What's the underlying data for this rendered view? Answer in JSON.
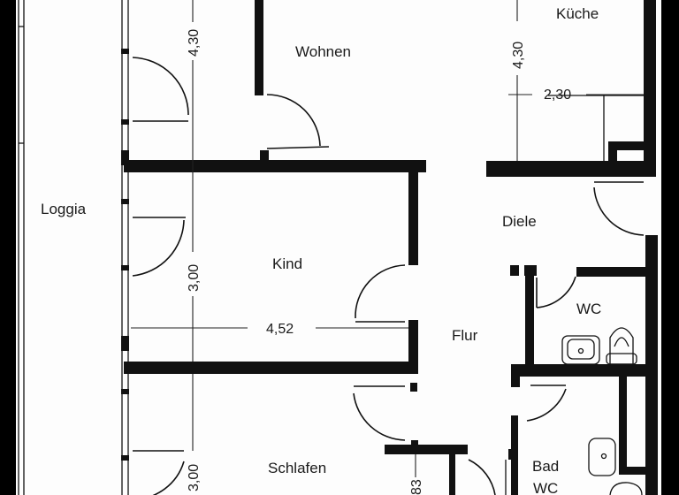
{
  "plan": {
    "rooms": {
      "wohnen": "Wohnen",
      "kueche": "Küche",
      "loggia": "Loggia",
      "kind": "Kind",
      "diele": "Diele",
      "wc": "WC",
      "flur": "Flur",
      "schlafen": "Schlafen",
      "bad_line1": "Bad",
      "bad_line2": "WC"
    },
    "dimensions": {
      "wohnen_depth": "4,30",
      "kueche_depth": "4,30",
      "kueche_width": "2,30",
      "kind_depth": "3,00",
      "kind_width": "4,52",
      "schlafen_depth": "3,00",
      "partial": "83"
    },
    "colors": {
      "wall": "#111111",
      "background": "#fdfdfd",
      "border": "#000000"
    }
  }
}
